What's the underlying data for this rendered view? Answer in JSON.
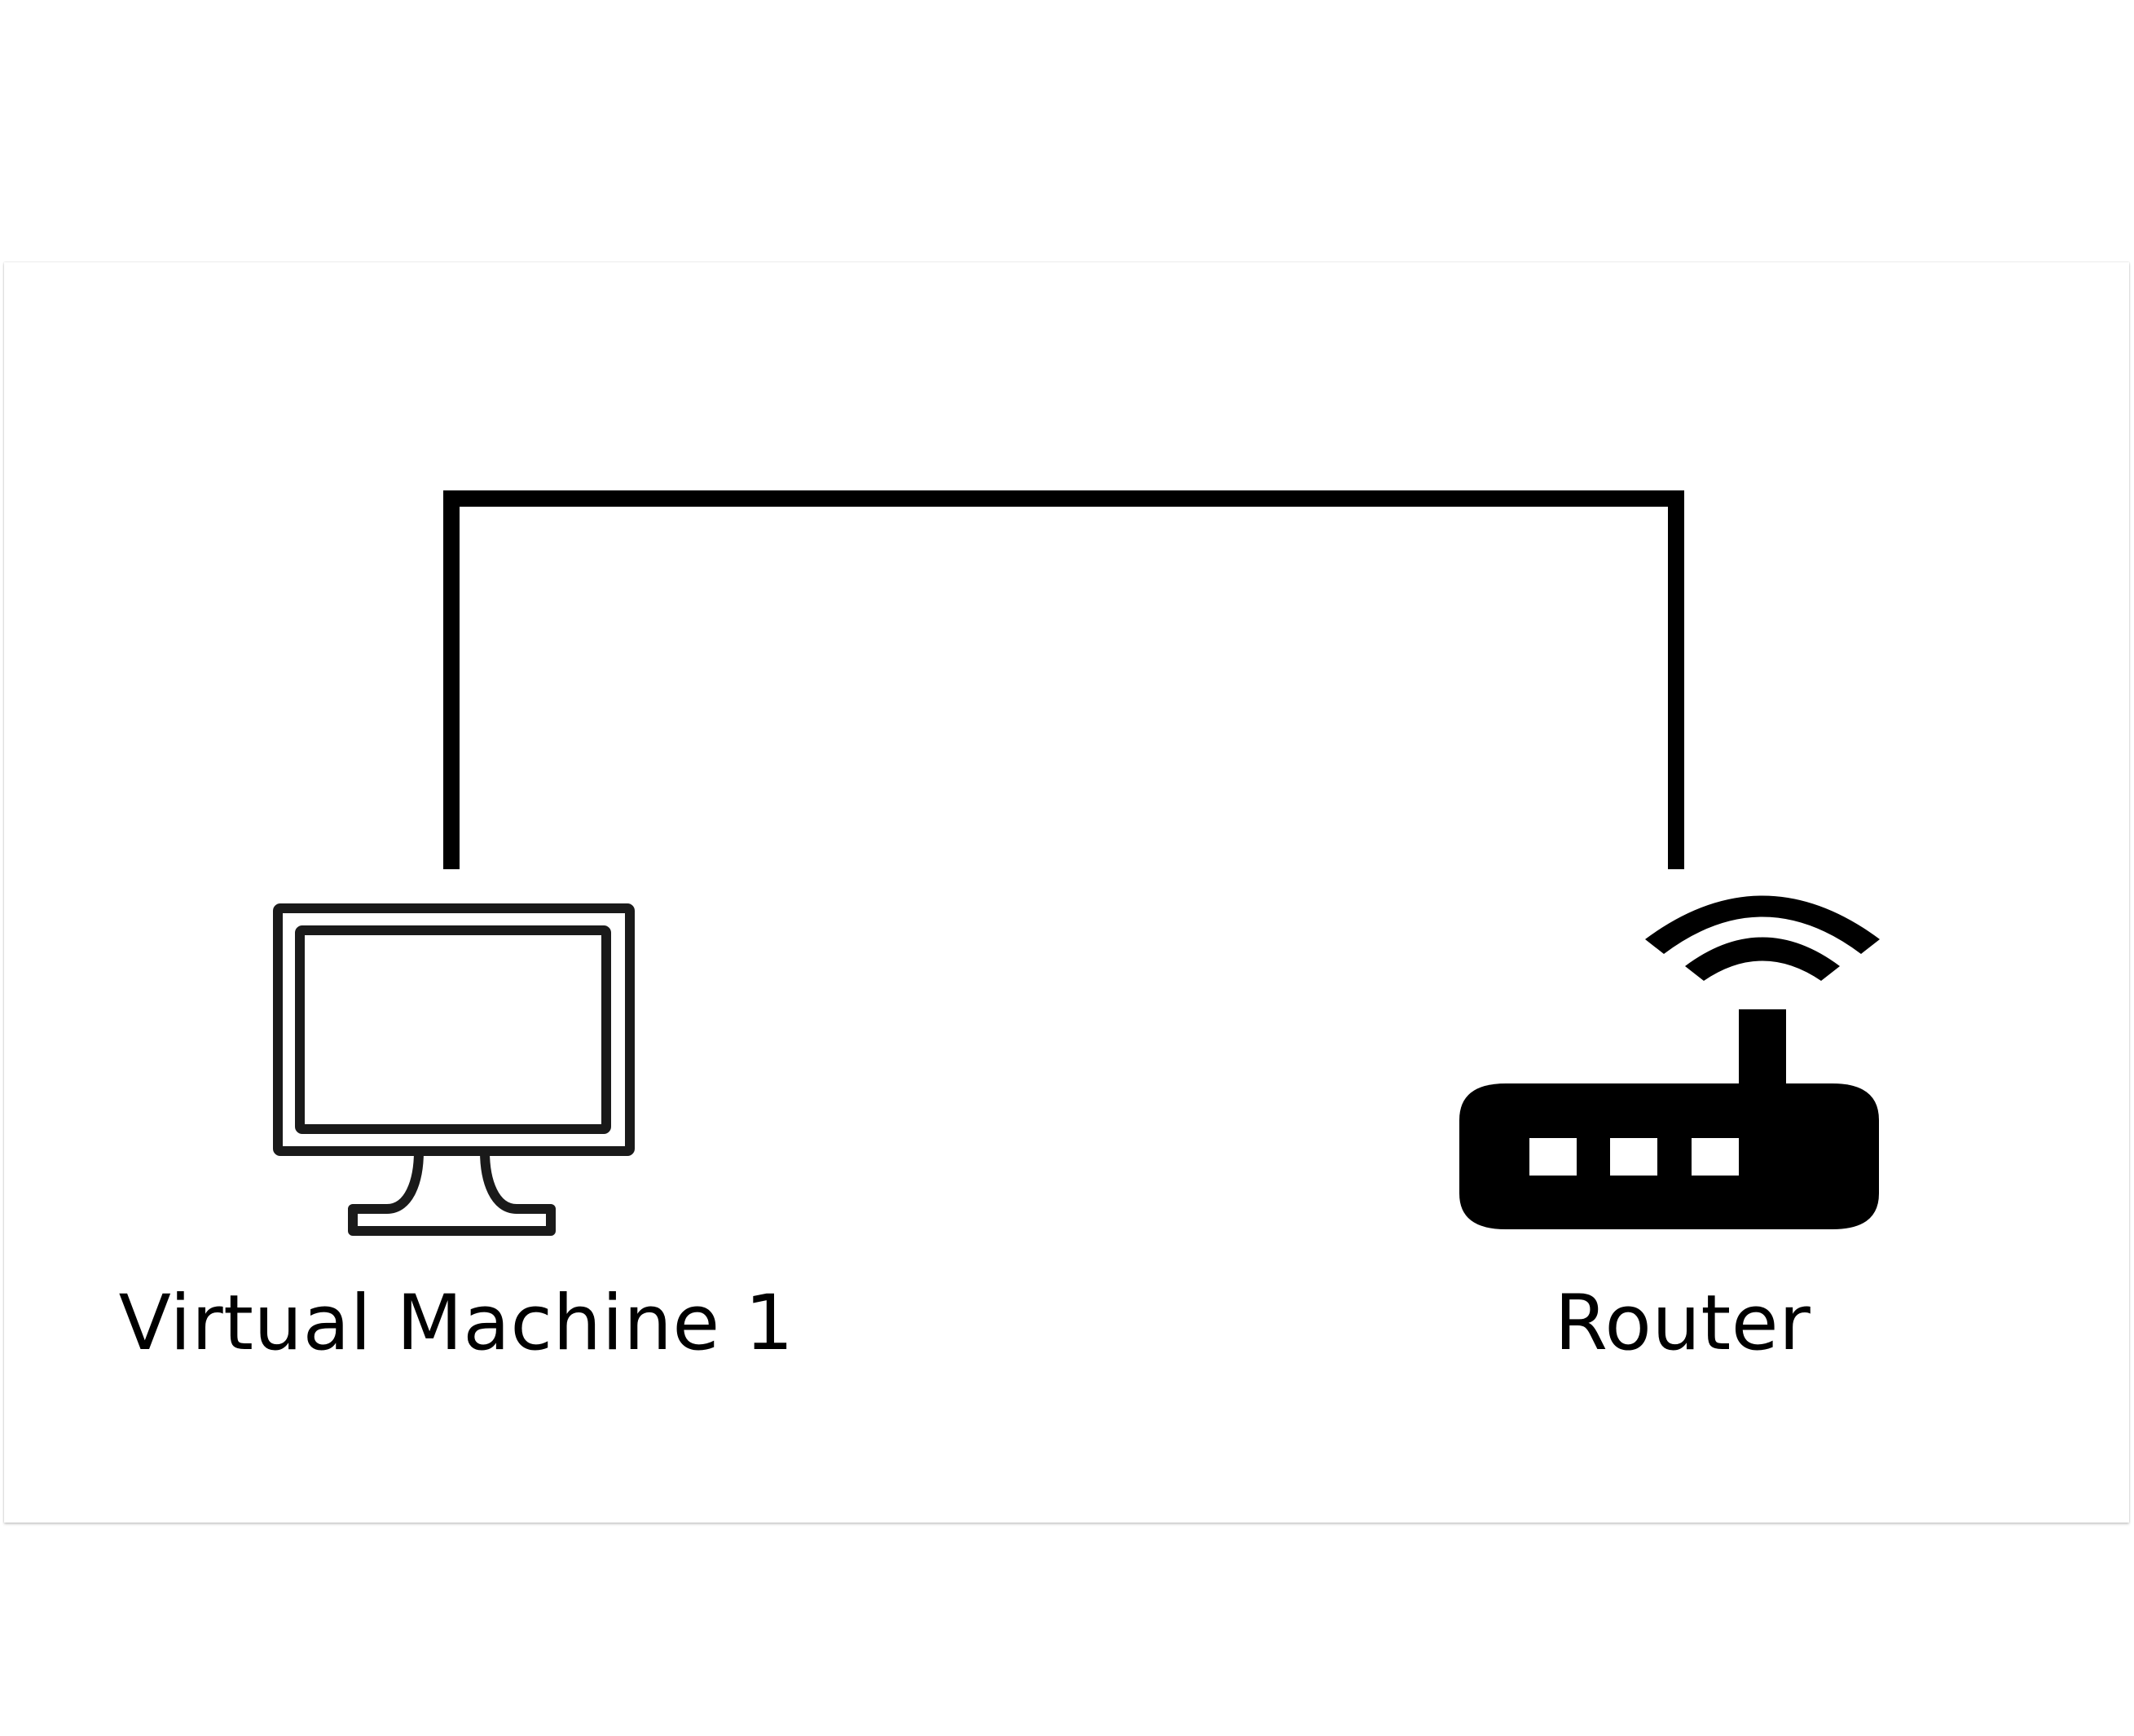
{
  "diagram": {
    "nodes": [
      {
        "id": "vm1",
        "label": "Virtual Machine 1",
        "icon": "monitor-icon"
      },
      {
        "id": "router",
        "label": "Router",
        "icon": "router-icon"
      }
    ],
    "edges": [
      {
        "from": "vm1",
        "to": "router",
        "style": "solid"
      }
    ]
  },
  "colors": {
    "line": "#000000",
    "icon": "#1a1a1a",
    "background": "#ffffff"
  }
}
